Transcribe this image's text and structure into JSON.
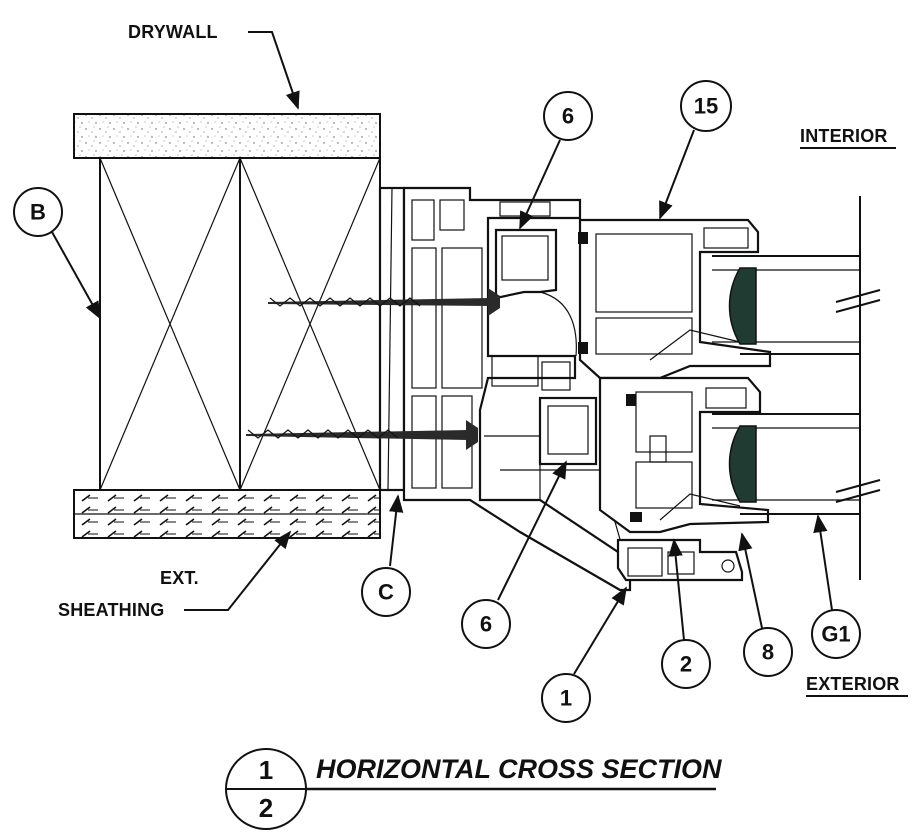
{
  "labels": {
    "drywall": "DRYWALL",
    "ext_line1": "EXT.",
    "ext_line2": "SHEATHING",
    "interior": "INTERIOR",
    "exterior": "EXTERIOR"
  },
  "callouts": {
    "b": "B",
    "c": "C",
    "six_top": "6",
    "six_bottom": "6",
    "fifteen": "15",
    "one": "1",
    "two": "2",
    "eight": "8",
    "g1": "G1"
  },
  "title": {
    "text": "HORIZONTAL CROSS SECTION",
    "numerator": "1",
    "denominator": "2"
  }
}
